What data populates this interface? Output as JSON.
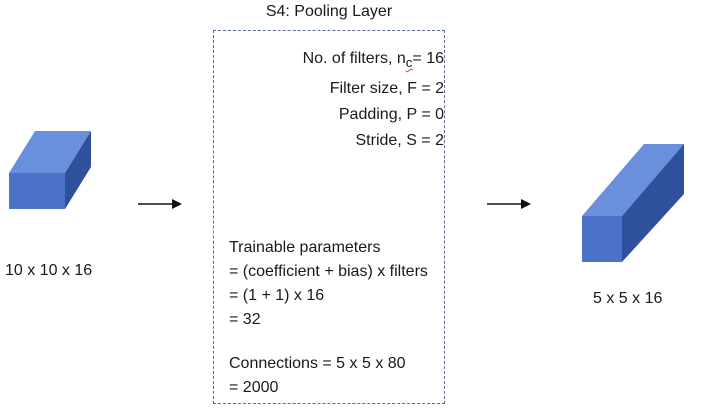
{
  "layer": {
    "title": "S4: Pooling Layer",
    "params": {
      "filters_prefix": "No. of filters, n",
      "filters_sub": "c",
      "filters_suffix": "= 16",
      "filter_size": "Filter size, F = 2",
      "padding": "Padding, P = 0",
      "stride": "Stride, S = 2"
    },
    "trainable": [
      "Trainable parameters",
      "= (coefficient + bias) x filters",
      "= (1 + 1) x 16",
      "= 32"
    ],
    "connections": [
      "Connections = 5 x 5 x 80",
      "= 2000"
    ]
  },
  "input": {
    "dims": "10 x 10 x 16"
  },
  "output": {
    "dims": "5 x 5 x 16"
  },
  "colors": {
    "box_front": "#4a72c8",
    "box_top": "#6a8fdc",
    "box_side": "#2f509a",
    "border": "#5a6b9a"
  }
}
